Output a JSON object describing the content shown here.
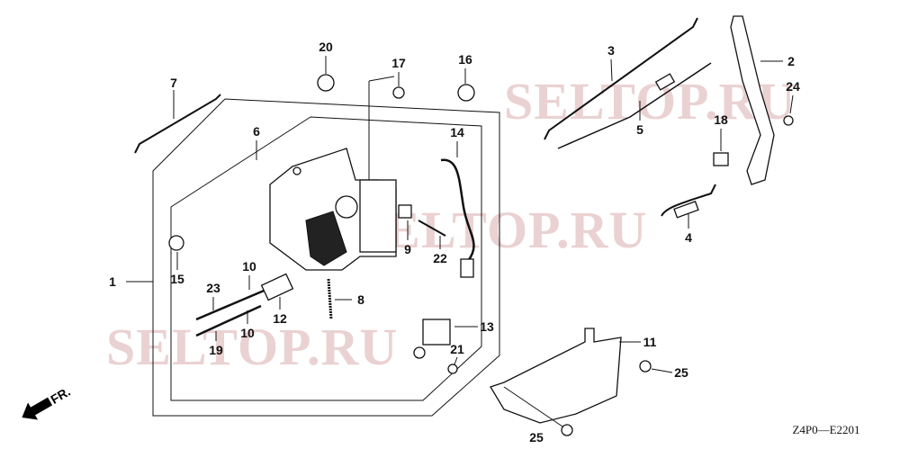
{
  "watermark": "SELTOP.RU",
  "diagram_code": "Z4P0—E2201",
  "front_indicator": "FR.",
  "callouts": {
    "c1": "1",
    "c2": "2",
    "c3": "3",
    "c4": "4",
    "c5": "5",
    "c6": "6",
    "c7": "7",
    "c8": "8",
    "c9": "9",
    "c10a": "10",
    "c10b": "10",
    "c11": "11",
    "c12": "12",
    "c13": "13",
    "c14": "14",
    "c15": "15",
    "c16": "16",
    "c17": "17",
    "c18": "18",
    "c19": "19",
    "c20": "20",
    "c21": "21",
    "c22": "22",
    "c23": "23",
    "c24": "24",
    "c25a": "25",
    "c25b": "25"
  }
}
